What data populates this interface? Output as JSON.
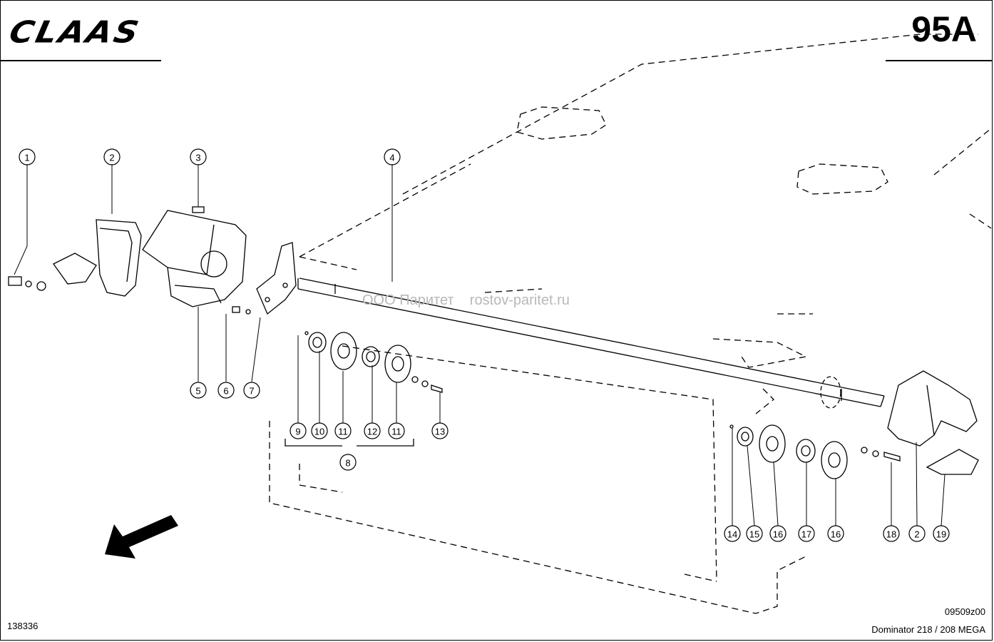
{
  "header": {
    "brand": "CLAAS",
    "page_number": "95A"
  },
  "watermark": "ООО Паритет    rostov-paritet.ru",
  "footer": {
    "doc_number": "138336",
    "drawing_code": "09509z00",
    "model": "Dominator 218 / 208 MEGA"
  },
  "callouts": {
    "c1": "1",
    "c2a": "2",
    "c3": "3",
    "c4": "4",
    "c5": "5",
    "c6": "6",
    "c7": "7",
    "c8": "8",
    "c9": "9",
    "c10": "10",
    "c11a": "11",
    "c12": "12",
    "c11b": "11",
    "c13": "13",
    "c14": "14",
    "c15": "15",
    "c16a": "16",
    "c17": "17",
    "c16b": "16",
    "c18": "18",
    "c2b": "2",
    "c19": "19"
  },
  "colors": {
    "line": "#000000",
    "watermark": "#b8b8b8",
    "background": "#ffffff"
  }
}
